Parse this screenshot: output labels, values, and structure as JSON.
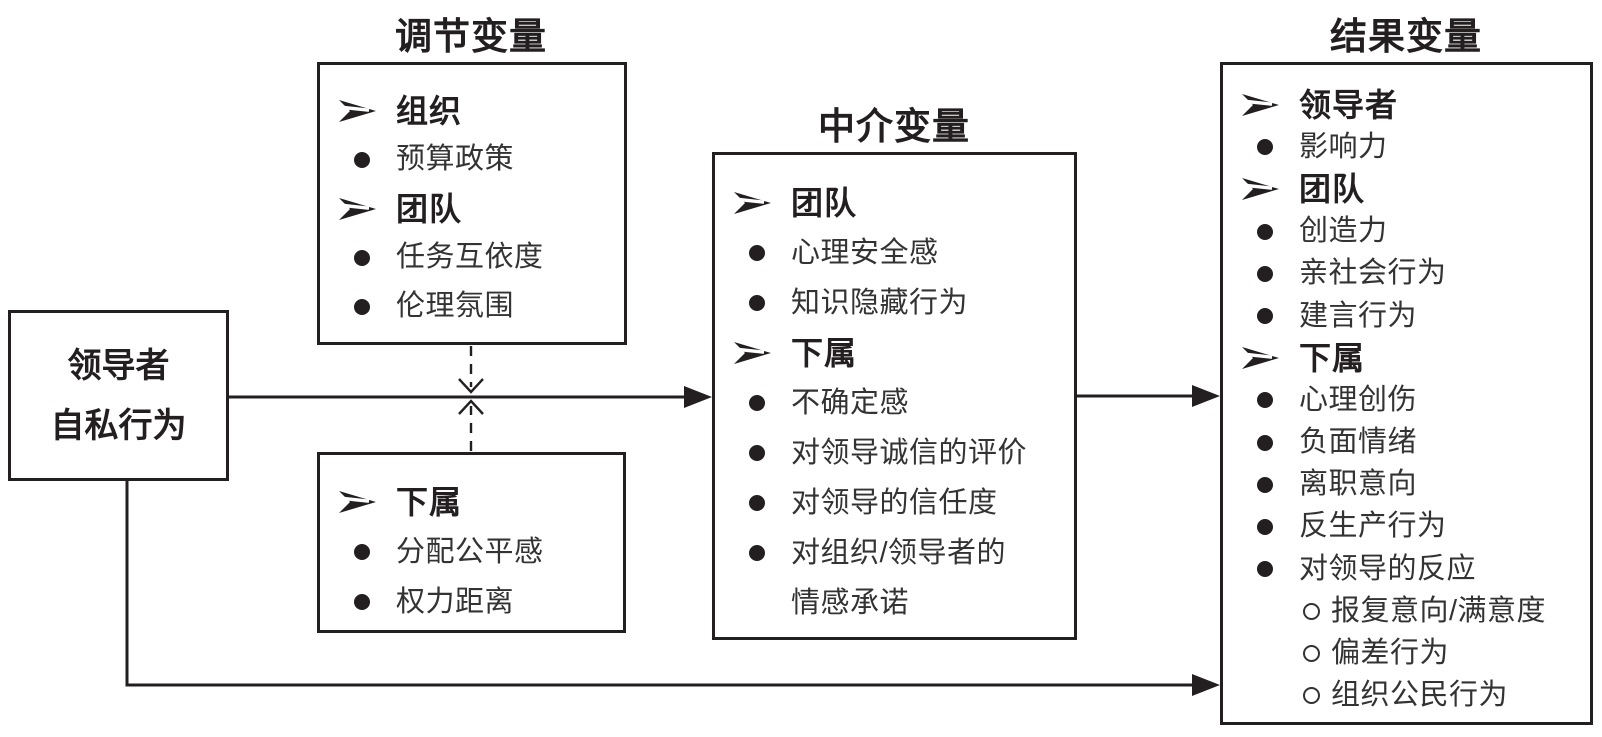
{
  "figure": {
    "type": "conceptual-model-diagram",
    "language": "zh"
  },
  "colors": {
    "ink": "#231f20",
    "item_text": "#333333",
    "background": "#ffffff"
  },
  "icons": {
    "header_marker": "dart-right-icon",
    "item_marker": "filled-circle-bullet-icon",
    "sub_item_marker": "open-circle-bullet-icon",
    "solid_connector_end": "filled-triangle-arrowhead-icon",
    "dashed_connector_end": "open-v-arrowhead-icon"
  },
  "source_box": {
    "line1": "领导者",
    "line2": "自私行为"
  },
  "group_titles": {
    "moderator": "调节变量",
    "mediator": "中介变量",
    "outcome": "结果变量"
  },
  "boxes": {
    "moderator_top": {
      "items": [
        {
          "type": "header",
          "text": "组织"
        },
        {
          "type": "bullet",
          "text": "预算政策"
        },
        {
          "type": "header",
          "text": "团队"
        },
        {
          "type": "bullet",
          "text": "任务互依度"
        },
        {
          "type": "bullet",
          "text": "伦理氛围"
        }
      ]
    },
    "moderator_bottom": {
      "items": [
        {
          "type": "header",
          "text": "下属"
        },
        {
          "type": "bullet",
          "text": "分配公平感"
        },
        {
          "type": "bullet",
          "text": "权力距离"
        }
      ]
    },
    "mediator": {
      "items": [
        {
          "type": "header",
          "text": "团队"
        },
        {
          "type": "bullet",
          "text": "心理安全感"
        },
        {
          "type": "bullet",
          "text": "知识隐藏行为"
        },
        {
          "type": "header",
          "text": "下属"
        },
        {
          "type": "bullet",
          "text": "不确定感"
        },
        {
          "type": "bullet",
          "text": "对领导诚信的评价"
        },
        {
          "type": "bullet",
          "text": "对领导的信任度"
        },
        {
          "type": "bullet",
          "text": "对组织/领导者的"
        },
        {
          "type": "cont",
          "text": "情感承诺"
        }
      ]
    },
    "outcome": {
      "items": [
        {
          "type": "header",
          "text": "领导者"
        },
        {
          "type": "bullet",
          "text": "影响力"
        },
        {
          "type": "header",
          "text": "团队"
        },
        {
          "type": "bullet",
          "text": "创造力"
        },
        {
          "type": "bullet",
          "text": "亲社会行为"
        },
        {
          "type": "bullet",
          "text": "建言行为"
        },
        {
          "type": "header",
          "text": "下属"
        },
        {
          "type": "bullet",
          "text": "心理创伤"
        },
        {
          "type": "bullet",
          "text": "负面情绪"
        },
        {
          "type": "bullet",
          "text": "离职意向"
        },
        {
          "type": "bullet",
          "text": "反生产行为"
        },
        {
          "type": "bullet",
          "text": "对领导的反应"
        },
        {
          "type": "sub",
          "text": "报复意向/满意度"
        },
        {
          "type": "sub",
          "text": "偏差行为"
        },
        {
          "type": "sub",
          "text": "组织公民行为"
        }
      ]
    }
  }
}
